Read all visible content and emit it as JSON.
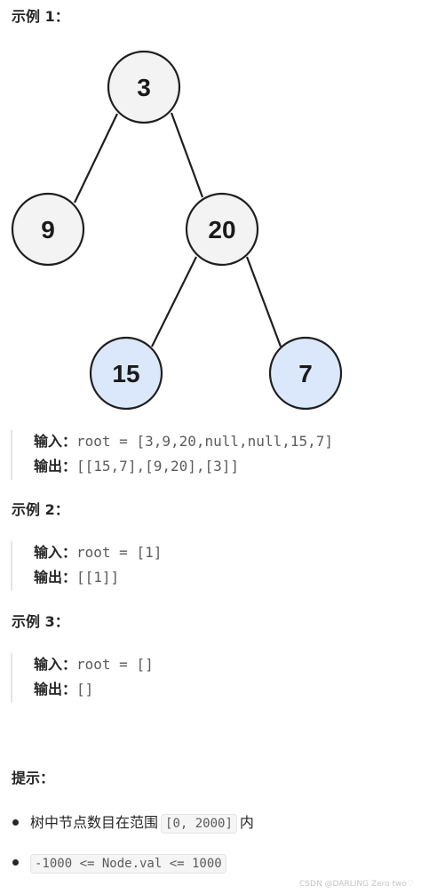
{
  "example1": {
    "heading": "示例 1：",
    "tree": {
      "nodes": [
        {
          "label": "3",
          "fill": "#f3f3f3"
        },
        {
          "label": "9",
          "fill": "#f3f3f3"
        },
        {
          "label": "20",
          "fill": "#f3f3f3"
        },
        {
          "label": "15",
          "fill": "#dbe8fb"
        },
        {
          "label": "7",
          "fill": "#dbe8fb"
        }
      ]
    },
    "input_label": "输入：",
    "input_code": "root = [3,9,20,null,null,15,7]",
    "output_label": "输出：",
    "output_code": "[[15,7],[9,20],[3]]"
  },
  "example2": {
    "heading": "示例 2：",
    "input_label": "输入：",
    "input_code": "root = [1]",
    "output_label": "输出：",
    "output_code": "[[1]]"
  },
  "example3": {
    "heading": "示例 3：",
    "input_label": "输入：",
    "input_code": "root = []",
    "output_label": "输出：",
    "output_code": "[]"
  },
  "tips": {
    "heading": "提示：",
    "item1_before": "树中节点数目在范围",
    "item1_code": "[0, 2000]",
    "item1_after": "内",
    "item2_code": "-1000 <= Node.val <= 1000"
  },
  "watermark": "CSDN @DARLING Zero two♡",
  "colors": {
    "node_default": "#f3f3f3",
    "node_highlight": "#dbe8fb",
    "node_stroke": "#1f1f1f"
  }
}
